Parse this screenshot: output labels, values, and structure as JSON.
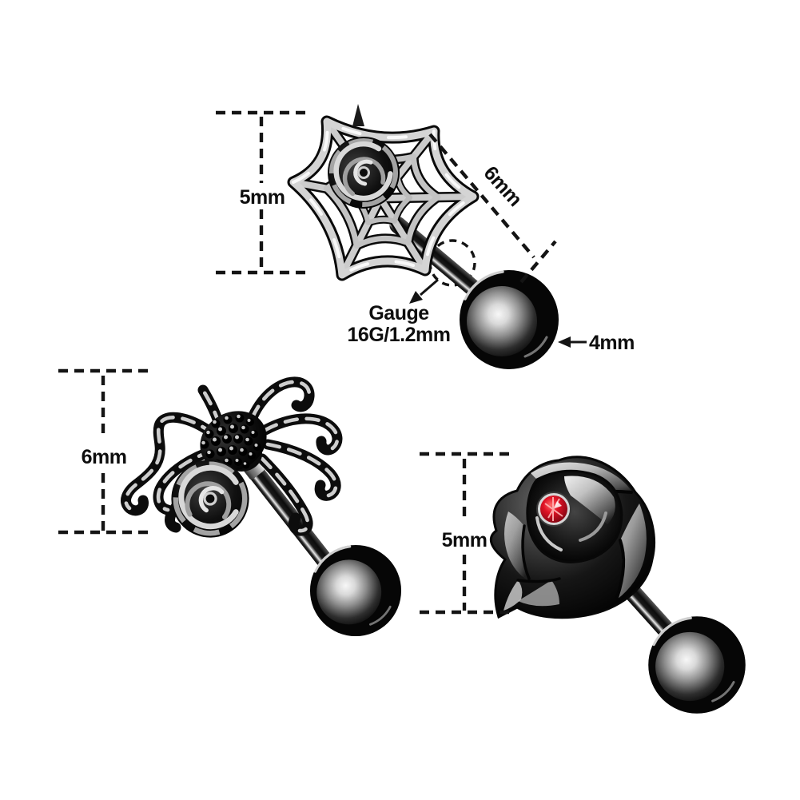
{
  "colors": {
    "background": "#ffffff",
    "annotation": "#141414",
    "metal_black": "#0a0a0a",
    "gem_red": "#d8182a"
  },
  "studs": {
    "web": {
      "height": "5mm",
      "width": "6mm",
      "ball": "4mm",
      "gauge": {
        "line1": "Gauge",
        "line2": "16G/1.2mm"
      }
    },
    "spider": {
      "height": "6mm"
    },
    "rose": {
      "height": "5mm"
    }
  }
}
